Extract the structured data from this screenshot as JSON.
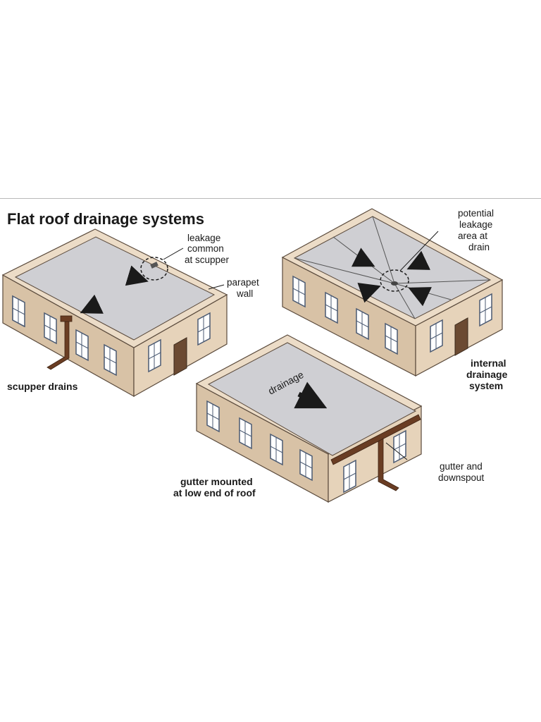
{
  "title": "Flat roof drainage systems",
  "labels": {
    "leakage_scupper": [
      "leakage",
      "common",
      "at scupper"
    ],
    "parapet_wall": [
      "parapet",
      "wall"
    ],
    "scupper_drains": "scupper drains",
    "potential_leakage": [
      "potential",
      "leakage",
      "area at",
      "drain"
    ],
    "internal_drainage": [
      "internal",
      "drainage",
      "system"
    ],
    "drainage_word": "drainage",
    "gutter_mounted": [
      "gutter mounted",
      "at low end of roof"
    ],
    "gutter_downspout": [
      "gutter and",
      "downspout"
    ]
  },
  "colors": {
    "wall_front": "#d8c2a6",
    "wall_side": "#e6d3ba",
    "roof": "#cfcfd3",
    "parapet_top": "#ecdcc7",
    "outline": "#5a4a3c",
    "window_glass": "#ffffff",
    "window_frame": "#4b5a72",
    "door": "#6b4a32",
    "pipe": "#6a3d23",
    "arrow": "#1a1a1a"
  },
  "icons": {
    "flow_arrow": "arrow-icon",
    "leak_circle": "dashed-circle-icon"
  }
}
